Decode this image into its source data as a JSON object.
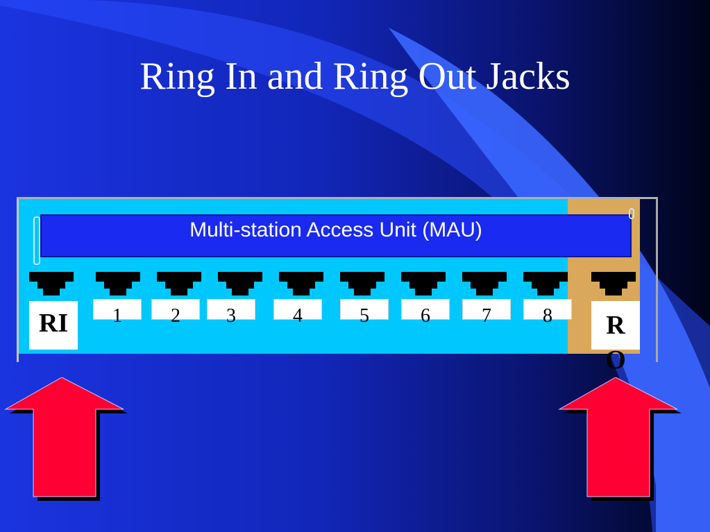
{
  "slide": {
    "title": "Ring In and Ring Out Jacks"
  },
  "mau": {
    "label": "Multi-station Access Unit (MAU)",
    "ports": [
      "1",
      "2",
      "3",
      "4",
      "5",
      "6",
      "7",
      "8"
    ],
    "ring_in": "RI",
    "ring_out": "RO"
  },
  "colors": {
    "background": "#1a34e0",
    "mau_body": "#00c8ff",
    "mau_banner": "#1a2af0",
    "ro_side": "#d9a85a",
    "arrow": "#ff0033"
  }
}
